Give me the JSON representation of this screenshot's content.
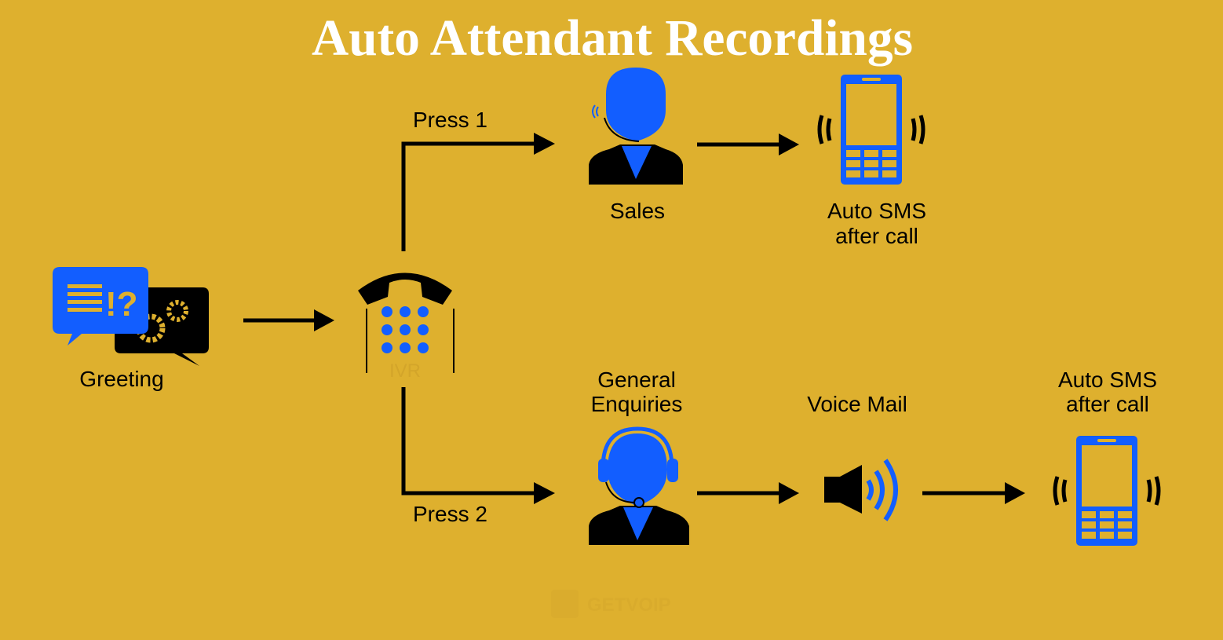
{
  "title": "Auto Attendant Recordings",
  "colors": {
    "background": "#DEB02E",
    "icon_blue": "#125EFF",
    "line": "#000000",
    "title": "#FFFFFF"
  },
  "nodes": {
    "greeting": "Greeting",
    "ivr": "IVR",
    "press1": "Press 1",
    "press2": "Press 2",
    "sales": "Sales",
    "sms_top": [
      "Auto SMS",
      "after call"
    ],
    "general": [
      "General",
      "Enquiries"
    ],
    "voicemail": "Voice Mail",
    "sms_bottom": [
      "Auto SMS",
      "after call"
    ]
  },
  "watermark": "GETVOIP"
}
